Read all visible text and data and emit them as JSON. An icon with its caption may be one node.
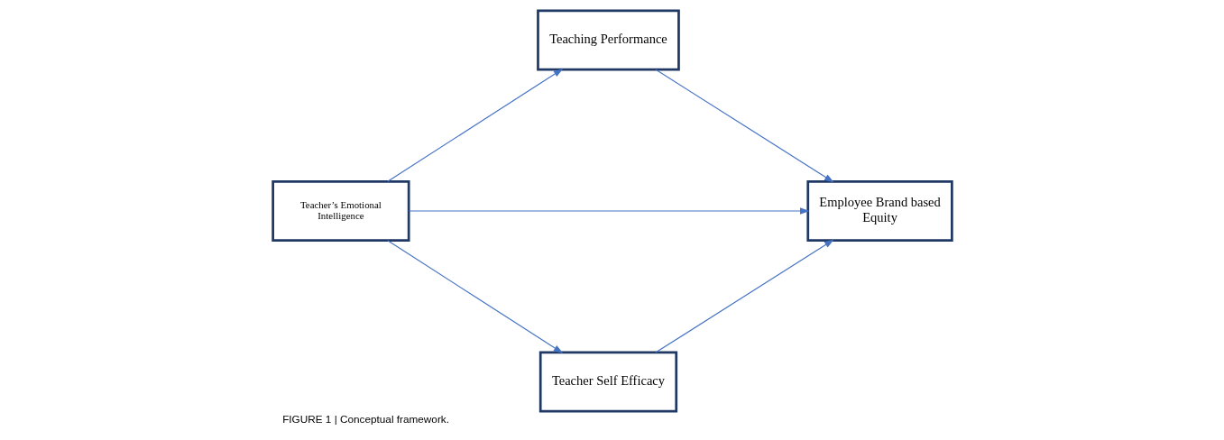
{
  "diagram": {
    "caption": "FIGURE 1 | Conceptual framework.",
    "nodes": [
      {
        "text": [
          "Teaching Performance"
        ]
      },
      {
        "text": [
          "Teacher’s Emotional Intelligence"
        ]
      },
      {
        "text": [
          "Employee Brand based Equity"
        ]
      },
      {
        "text": [
          "Teacher Self Efficacy"
        ]
      }
    ],
    "edges": [
      {
        "from": 1,
        "to": 0,
        "arrow": "to"
      },
      {
        "from": 1,
        "to": 2,
        "arrow": "to"
      },
      {
        "from": 1,
        "to": 3,
        "arrow": "to"
      },
      {
        "from": 0,
        "to": 2,
        "arrow": "to"
      },
      {
        "from": 3,
        "to": 2,
        "arrow": "to"
      }
    ]
  }
}
